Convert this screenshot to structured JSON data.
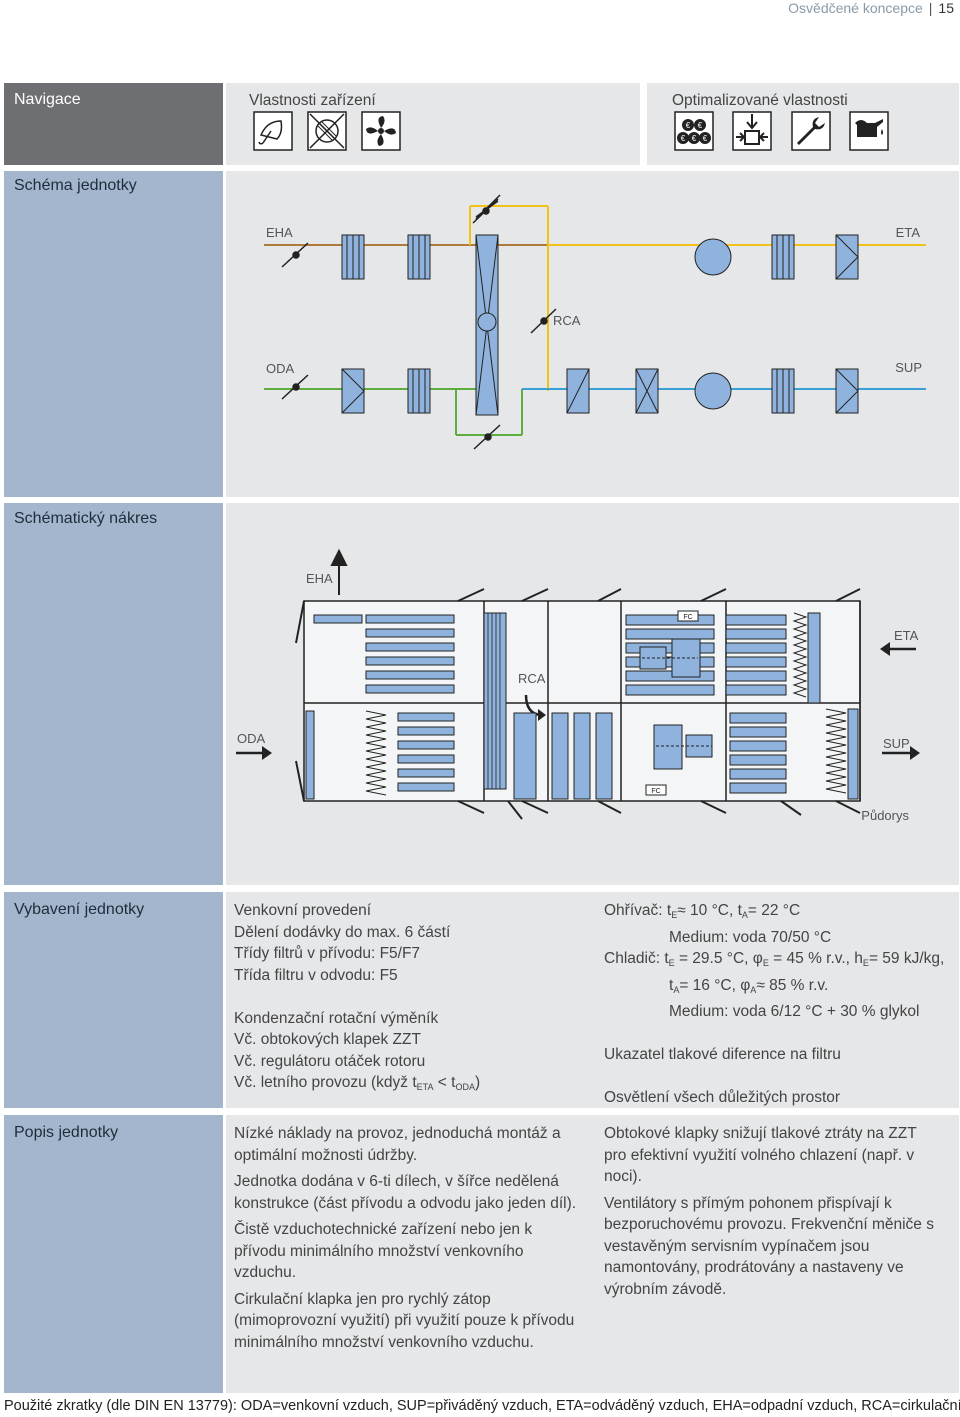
{
  "header": {
    "title": "Osvědčené koncepce",
    "page": "15"
  },
  "nav": {
    "label": "Navigace",
    "features_label": "Vlastnosti zařízení",
    "optimized_label": "Optimalizované vlastnosti",
    "feature_icons": [
      "umbrella-icon",
      "damper-icon",
      "fan-icon"
    ],
    "optimized_icons": [
      "euro-coins-icon",
      "compact-unit-icon",
      "wrench-icon",
      "oil-can-icon"
    ]
  },
  "schema": {
    "label": "Schéma jednotky",
    "labels": {
      "eha": "EHA",
      "eta": "ETA",
      "rca": "RCA",
      "oda": "ODA",
      "sup": "SUP"
    }
  },
  "drawing": {
    "label": "Schématický nákres",
    "labels": {
      "eha": "EHA",
      "eta": "ETA",
      "rca": "RCA",
      "oda": "ODA",
      "sup": "SUP",
      "fc_top": "FC",
      "fc_bottom": "FC",
      "plan": "Půdorys"
    }
  },
  "equipment": {
    "label": "Vybavení jednotky",
    "col1": {
      "outdoor": "Venkovní provedení",
      "delivery": "Dělení dodávky do max. 6 částí",
      "filter_supply": "Třídy filtrů v přívodu: F5/F7",
      "filter_exhaust": "Třída filtru v odvodu: F5",
      "rotary": "Kondenzační rotační výměník",
      "bypass": "Vč. obtokových klapek ZZT",
      "speed": "Vč. regulátoru otáček rotoru",
      "summer_pre": "Vč. letního provozu (když t",
      "summer_sub1": "ETA",
      "summer_mid": " < t",
      "summer_sub2": "ODA",
      "summer_post": ")"
    },
    "col2": {
      "heater_label": "Ohřívač:",
      "heater_t": "t",
      "heater_e": "E",
      "heater_v1": "≈ 10 °C, t",
      "heater_a": "A",
      "heater_v2": "= 22 °C",
      "heater_medium": "Medium: voda 70/50 °C",
      "cooler_label": "Chladič:",
      "cooler_t": "t",
      "cooler_e": "E",
      "cooler_v1": " = 29.5 °C, φ",
      "cooler_e2": "E",
      "cooler_v2": " = 45 % r.v., h",
      "cooler_e3": "E",
      "cooler_v3": "= 59 kJ/kg,",
      "cooler_t2": "t",
      "cooler_a": "A",
      "cooler_v4": "= 16 °C, φ",
      "cooler_a2": "A",
      "cooler_v5": "≈ 85 % r.v.",
      "cooler_medium": "Medium: voda 6/12 °C + 30 % glykol",
      "pressure": "Ukazatel tlakové diference na filtru",
      "lighting": "Osvětlení všech důležitých prostor"
    }
  },
  "description": {
    "label": "Popis jednotky",
    "col1": [
      "Nízké náklady na provoz, jednoduchá montáž a optimální možnosti údržby.",
      "Jednotka dodána v 6-ti dílech, v šířce nedělená konstrukce (část přívodu a odvodu jako jeden díl).",
      "Čistě vzduchotechnické zařízení nebo jen k přívodu minimálního množství venkovního vzduchu.",
      "Cirkulační klapka jen pro rychlý zátop (mimoprovozní využití) při využití pouze k přívodu minimálního množství venkovního vzduchu."
    ],
    "col2": [
      "Obtokové klapky snižují tlakové ztráty na ZZT pro efektivní využití volného chlazení (např. v noci).",
      "Ventilátory s přímým pohonem přispívají k bezporuchovému provozu. Frekvenční měniče s vestavěným servisním vypínačem jsou namontovány, prodrátovány a nastaveny ve výrobním závodě."
    ]
  },
  "footer": {
    "abbreviations": "Použité zkratky (dle DIN EN 13779): ODA=venkovní vzduch, SUP=přiváděný vzduch, ETA=odváděný vzduch, EHA=odpadní vzduch, RCA=cirkulační"
  },
  "colors": {
    "nav_bg": "#6e6f73",
    "left_bg": "#a3b6cd",
    "panel_bg": "#e6e7e9",
    "component_fill": "#8fb3dd",
    "line_exhaust": "#b07a3a",
    "line_extract": "#f3c21a",
    "line_outdoor": "#5dae3c",
    "line_supply": "#3aa0d8"
  }
}
